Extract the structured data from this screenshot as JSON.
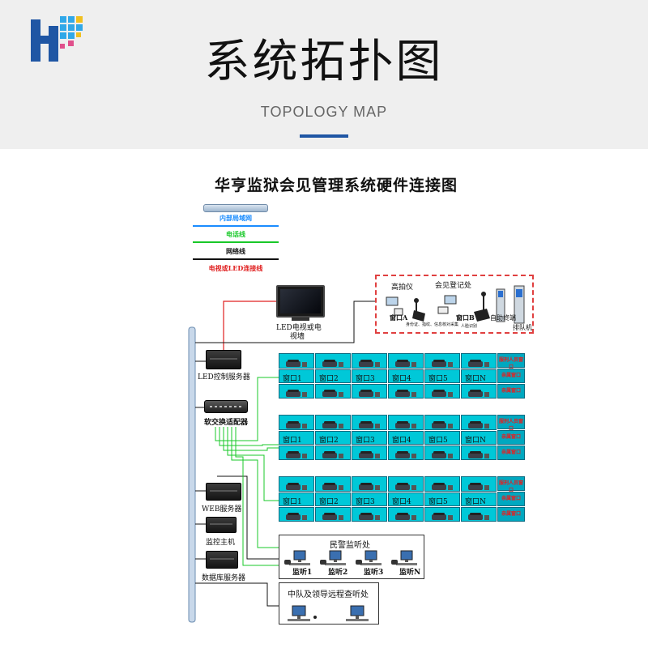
{
  "header": {
    "title": "系统拓扑图",
    "subtitle": "TOPOLOGY MAP",
    "accent": "#1f56a4"
  },
  "diagram": {
    "title": "华亨监狱会见管理系统硬件连接图",
    "legend": [
      {
        "label": "内部局域网",
        "color": "#1a8cff"
      },
      {
        "label": "电话线",
        "color": "#18c828"
      },
      {
        "label": "网络线",
        "color": "#111111"
      },
      {
        "label": "电视或LED连接线",
        "color": "#e02020"
      }
    ],
    "equipment": {
      "tv": "LED电视或电",
      "tv2": "视墙",
      "led_server": "LED控制服务器",
      "switch": "软交换适配器",
      "web_server": "WEB服务器",
      "monitor_host": "监控主机",
      "db_server": "数据库服务器"
    },
    "registration": {
      "title": "会见登记处",
      "high_camera": "高拍仪",
      "window_a": "窗口A",
      "window_b": "窗口B",
      "detail_a": "身份证、指纹、信息核对采集",
      "detail_b": "人脸识别",
      "self_terminal": "自助终端",
      "queue_machine": "排队机"
    },
    "window_groups": [
      {
        "windows": [
          "窗口1",
          "窗口2",
          "窗口3",
          "窗口4",
          "窗口5",
          "窗口N"
        ],
        "side": [
          "服刑人员窗口",
          "亲属窗口",
          "亲属窗口"
        ]
      },
      {
        "windows": [
          "窗口1",
          "窗口2",
          "窗口3",
          "窗口4",
          "窗口5",
          "窗口N"
        ],
        "side": [
          "服刑人员窗口",
          "亲属窗口",
          "亲属窗口"
        ]
      },
      {
        "windows": [
          "窗口1",
          "窗口2",
          "窗口3",
          "窗口4",
          "窗口5",
          "窗口N"
        ],
        "side": [
          "服刑人员窗口",
          "亲属窗口",
          "亲属窗口"
        ]
      }
    ],
    "police_listening": {
      "title": "民警监听处",
      "stations": [
        "监听1",
        "监听2",
        "监听3",
        "监听N"
      ]
    },
    "remote_review": {
      "title": "中队及领导远程查听处"
    }
  }
}
